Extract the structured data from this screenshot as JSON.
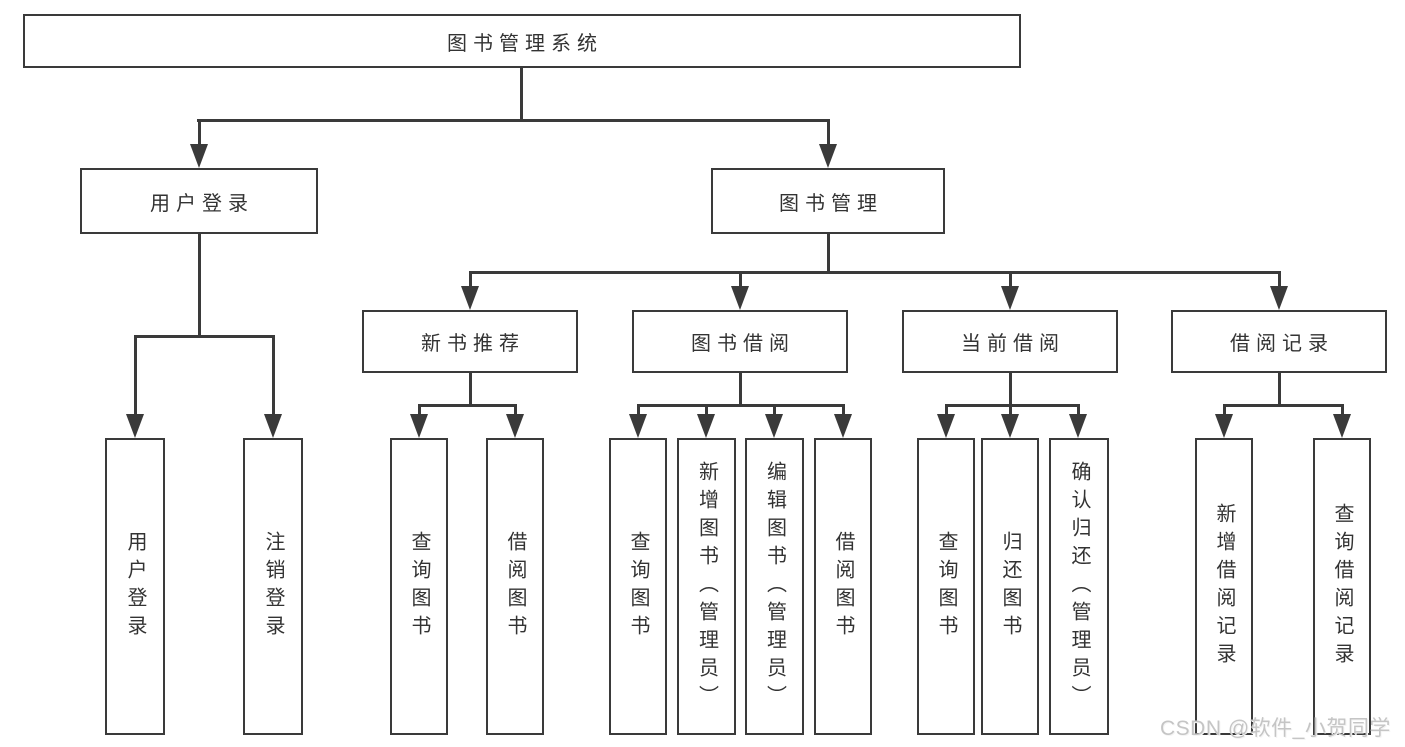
{
  "colors": {
    "line": "#3a3a3a",
    "box_border": "#3a3a3a",
    "box_background": "#ffffff",
    "text": "#333333",
    "watermark_text": "#c5c5c5",
    "page_background": "#ffffff"
  },
  "tree": {
    "root": "图书管理系统",
    "branches": [
      {
        "label": "用户登录",
        "children": [
          "用户登录",
          "注销登录"
        ]
      },
      {
        "label": "图书管理",
        "children": [
          {
            "label": "新书推荐",
            "children": [
              "查询图书",
              "借阅图书"
            ]
          },
          {
            "label": "图书借阅",
            "children": [
              "查询图书",
              "新增图书（管理员）",
              "编辑图书（管理员）",
              "借阅图书"
            ]
          },
          {
            "label": "当前借阅",
            "children": [
              "查询图书",
              "归还图书",
              "确认归还（管理员）"
            ]
          },
          {
            "label": "借阅记录",
            "children": [
              "新增借阅记录",
              "查询借阅记录"
            ]
          }
        ]
      }
    ]
  },
  "watermark": {
    "text": "CSDN @软件_小贺同学"
  }
}
